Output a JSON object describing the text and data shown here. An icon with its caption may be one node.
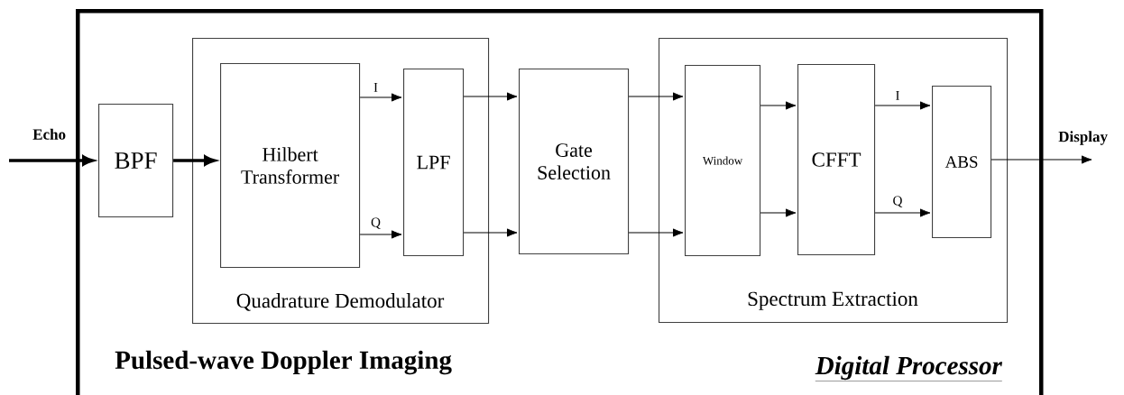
{
  "diagram": {
    "nodes": [
      {
        "text": [
          "Pulsed-wave Doppler Imaging",
          "Digital Processor"
        ]
      },
      {
        "text": [
          "BPF"
        ],
        "in": 0
      },
      {
        "text": [
          "Quadrature Demodulator"
        ],
        "in": 0
      },
      {
        "text": [
          "Hilbert Transformer"
        ],
        "in": 2
      },
      {
        "text": [
          "LPF"
        ],
        "in": 2
      },
      {
        "text": [
          "Gate Selection"
        ],
        "in": 0
      },
      {
        "text": [
          "Spectrum Extraction"
        ],
        "in": 0
      },
      {
        "text": [
          "Window"
        ],
        "in": 6
      },
      {
        "text": [
          "CFFT"
        ],
        "in": 6
      },
      {
        "text": [
          "ABS"
        ],
        "in": 6
      }
    ],
    "edges": [
      {
        "from": null,
        "to": 1,
        "arrow": "to",
        "style": "thick",
        "label": "Echo"
      },
      {
        "from": 1,
        "to": 3,
        "arrow": "to",
        "style": "thick"
      },
      {
        "from": 3,
        "to": 4,
        "arrow": "to",
        "label": "I"
      },
      {
        "from": 3,
        "to": 4,
        "arrow": "to",
        "label": "Q"
      },
      {
        "from": 4,
        "to": 5,
        "arrow": "to"
      },
      {
        "from": 4,
        "to": 5,
        "arrow": "to"
      },
      {
        "from": 5,
        "to": 7,
        "arrow": "to"
      },
      {
        "from": 5,
        "to": 7,
        "arrow": "to"
      },
      {
        "from": 7,
        "to": 8,
        "arrow": "to"
      },
      {
        "from": 7,
        "to": 8,
        "arrow": "to"
      },
      {
        "from": 8,
        "to": 9,
        "arrow": "to",
        "label": "I"
      },
      {
        "from": 8,
        "to": 9,
        "arrow": "to",
        "label": "Q"
      },
      {
        "from": 9,
        "to": null,
        "arrow": "to",
        "label": "Display"
      }
    ]
  }
}
